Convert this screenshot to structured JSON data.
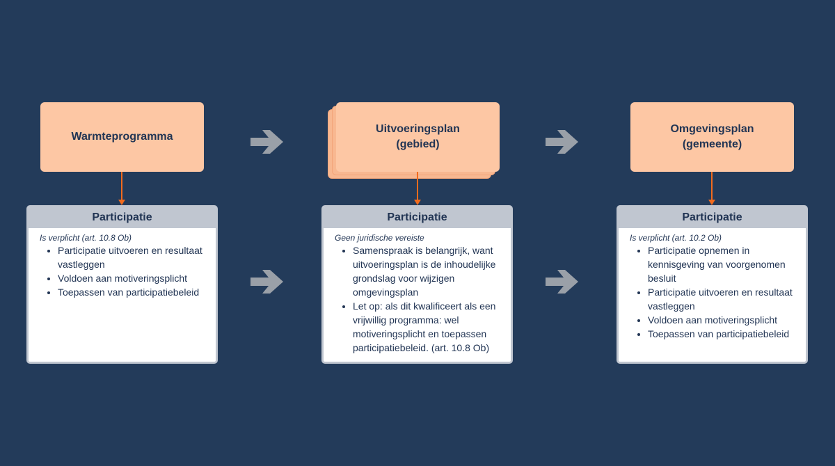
{
  "stages": [
    {
      "title_line1": "Warmteprogramma",
      "title_line2": ""
    },
    {
      "title_line1": "Uitvoeringsplan",
      "title_line2": "(gebied)"
    },
    {
      "title_line1": "Omgevingsplan",
      "title_line2": "(gemeente)"
    }
  ],
  "cards": [
    {
      "header": "Participatie",
      "note": "Is verplicht (art. 10.8 Ob)",
      "items": [
        "Participatie uitvoeren en resultaat vastleggen",
        "Voldoen aan motiveringsplicht",
        "Toepassen van participatiebeleid"
      ]
    },
    {
      "header": "Participatie",
      "note": "Geen juridische vereiste",
      "items": [
        "Samenspraak is belangrijk, want uitvoeringsplan is de inhoudelijke grondslag voor wijzigen omgevingsplan",
        "Let op: als dit kwalificeert als een vrijwillig programma: wel motiveringsplicht en toepassen participatiebeleid. (art. 10.8 Ob)"
      ]
    },
    {
      "header": "Participatie",
      "note": "Is verplicht (art. 10.2 Ob)",
      "items": [
        "Participatie opnemen in kennisgeving van voorgenomen besluit",
        "Participatie uitvoeren en resultaat vastleggen",
        "Voldoen aan motiveringsplicht",
        "Toepassen van participatiebeleid"
      ]
    }
  ],
  "colors": {
    "background": "#233b5a",
    "stage_fill": "#fdc7a4",
    "connector": "#f26b1d",
    "card_header": "#c0c6d0",
    "flow_arrow": "#9aa0a8"
  }
}
